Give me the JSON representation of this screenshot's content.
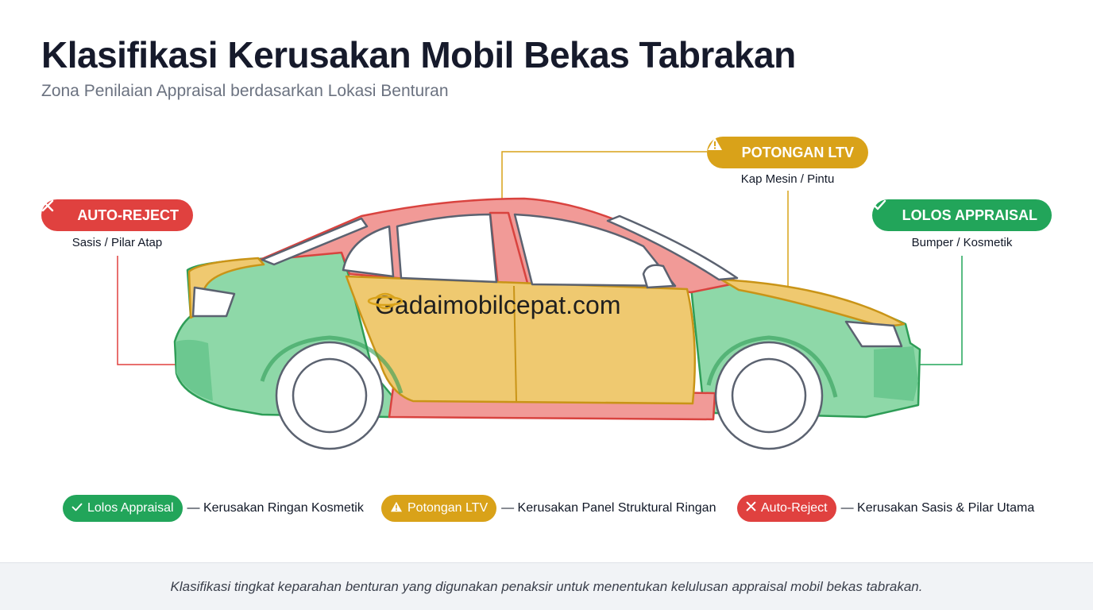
{
  "header": {
    "title": "Klasifikasi Kerusakan Mobil Bekas Tabrakan",
    "subtitle": "Zona Penilaian Appraisal berdasarkan Lokasi Benturan"
  },
  "zones": [
    {
      "id": "auto-reject",
      "label": "AUTO-REJECT",
      "icon": "x-icon",
      "sublabel": "Sasis / Pilar Atap",
      "color": "#e0413f"
    },
    {
      "id": "potongan-ltv",
      "label": "POTONGAN LTV",
      "icon": "warning-triangle-icon",
      "sublabel": "Kap Mesin / Pintu",
      "color": "#d9a219"
    },
    {
      "id": "lolos-appraisal",
      "label": "LOLOS APPRAISAL",
      "icon": "check-icon",
      "sublabel": "Bumper / Kosmetik",
      "color": "#22a55a"
    }
  ],
  "watermark": {
    "text": "Gadaimobilcepat.com",
    "icon": "brand-logo-icon"
  },
  "legend": [
    {
      "label": "Lolos Appraisal",
      "icon": "check-icon",
      "description": "— Kerusakan Ringan Kosmetik",
      "color": "#22a55a"
    },
    {
      "label": "Potongan LTV",
      "icon": "warning-triangle-icon",
      "description": "— Kerusakan Panel Struktural Ringan",
      "color": "#d9a219"
    },
    {
      "label": "Auto-Reject",
      "icon": "x-icon",
      "description": "— Kerusakan Sasis & Pilar Utama",
      "color": "#e0413f"
    }
  ],
  "footer": {
    "caption": "Klasifikasi tingkat keparahan benturan yang digunakan penaksir untuk menentukan kelulusan appraisal mobil bekas tabrakan."
  },
  "colors": {
    "red_zone_fill": "#f19a97",
    "yellow_zone_fill": "#efc970",
    "green_zone_fill": "#8ed8a8",
    "outline": "#5b6270"
  }
}
